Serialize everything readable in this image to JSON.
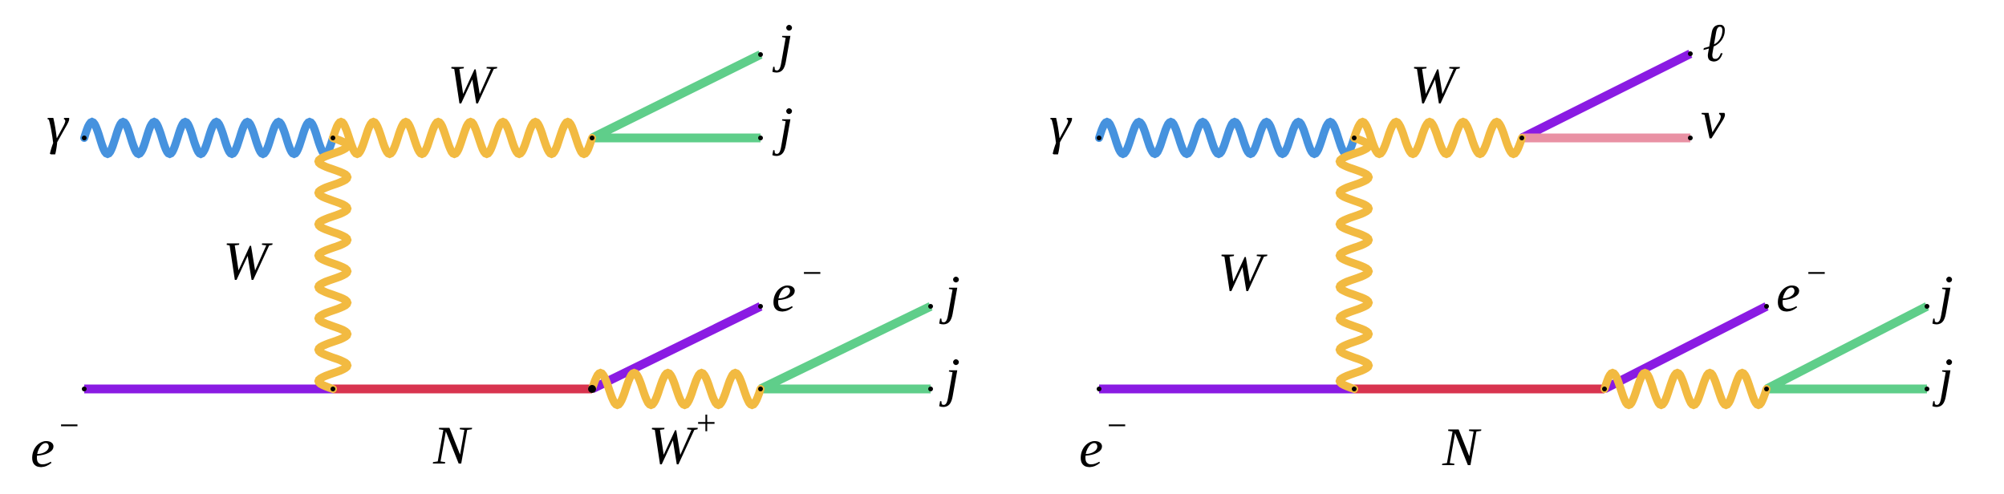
{
  "colors": {
    "photon": "#4692DE",
    "w_boson": "#F2BA41",
    "lepton": "#8A1BE3",
    "heavy_neutrino": "#D8344F",
    "jet": "#5FCE8A",
    "neutrino": "#E991A4",
    "label": "#000000"
  },
  "diagrams": [
    {
      "id": "left",
      "labels": {
        "photon_in": "γ",
        "w_top": "W",
        "w_vertical": "W",
        "electron_in": "e",
        "electron_in_sup": "−",
        "heavy_neutrino": "N",
        "w_plus": "W",
        "w_plus_sup": "+",
        "electron_out": "e",
        "electron_out_sup": "−",
        "jet_top_1": "j",
        "jet_top_2": "j",
        "jet_bottom_1": "j",
        "jet_bottom_2": "j"
      }
    },
    {
      "id": "right",
      "labels": {
        "photon_in": "γ",
        "w_top": "W",
        "w_vertical": "W",
        "electron_in": "e",
        "electron_in_sup": "−",
        "heavy_neutrino": "N",
        "lepton_out": "ℓ",
        "neutrino_out": "ν",
        "electron_out": "e",
        "electron_out_sup": "−",
        "jet_bottom_1": "j",
        "jet_bottom_2": "j"
      }
    }
  ]
}
